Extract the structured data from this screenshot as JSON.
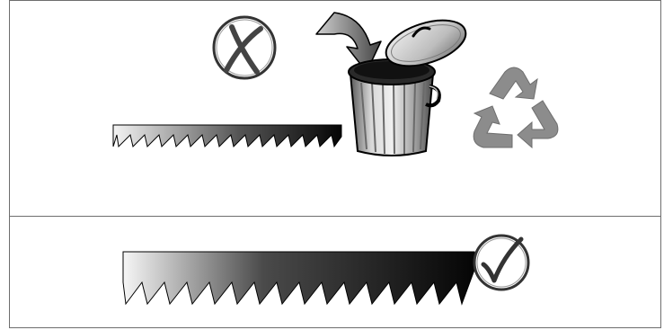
{
  "figure": {
    "panels": [
      {
        "id": "worn",
        "status_icon": "cross-mark-icon",
        "blade": "worn-short-saw-blade",
        "disposal_icons": [
          "trash-can-icon",
          "curved-arrow-icon",
          "recycle-icon"
        ]
      },
      {
        "id": "good",
        "status_icon": "check-mark-icon",
        "blade": "full-length-saw-blade"
      }
    ],
    "colors": {
      "frame": "#6e6e6e",
      "blade_dark": "#050505",
      "blade_light": "#f4f4f4",
      "recycle": "#8c8c8c",
      "can_body": "#b8b8b8",
      "outline": "#000000"
    }
  }
}
